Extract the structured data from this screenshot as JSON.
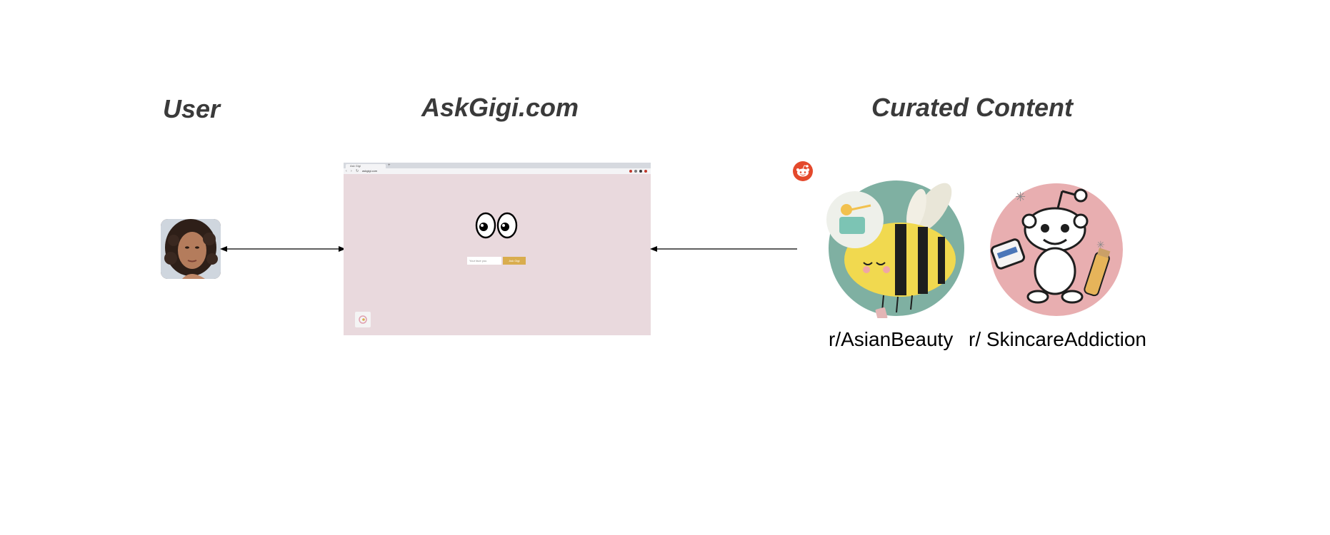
{
  "headings": {
    "user": "User",
    "site": "AskGigi.com",
    "curated": "Curated Content"
  },
  "browser": {
    "tab_title": "Ask Gigi",
    "url": "askgigi.com",
    "input_placeholder": "Your face you",
    "button_label": "Ask Gigi"
  },
  "subreddits": [
    {
      "label": "r/AsianBeauty",
      "icon": "bee-icon"
    },
    {
      "label": "r/ SkincareAddiction",
      "icon": "reddit-alien-icon"
    }
  ],
  "colors": {
    "heading": "#3a3a3a",
    "browser_bg": "#e9d9dd",
    "button": "#d9ad4e",
    "reddit": "#e4492c",
    "asianbeauty_bg": "#7fb0a2",
    "skincare_bg": "#e8aeb0"
  }
}
